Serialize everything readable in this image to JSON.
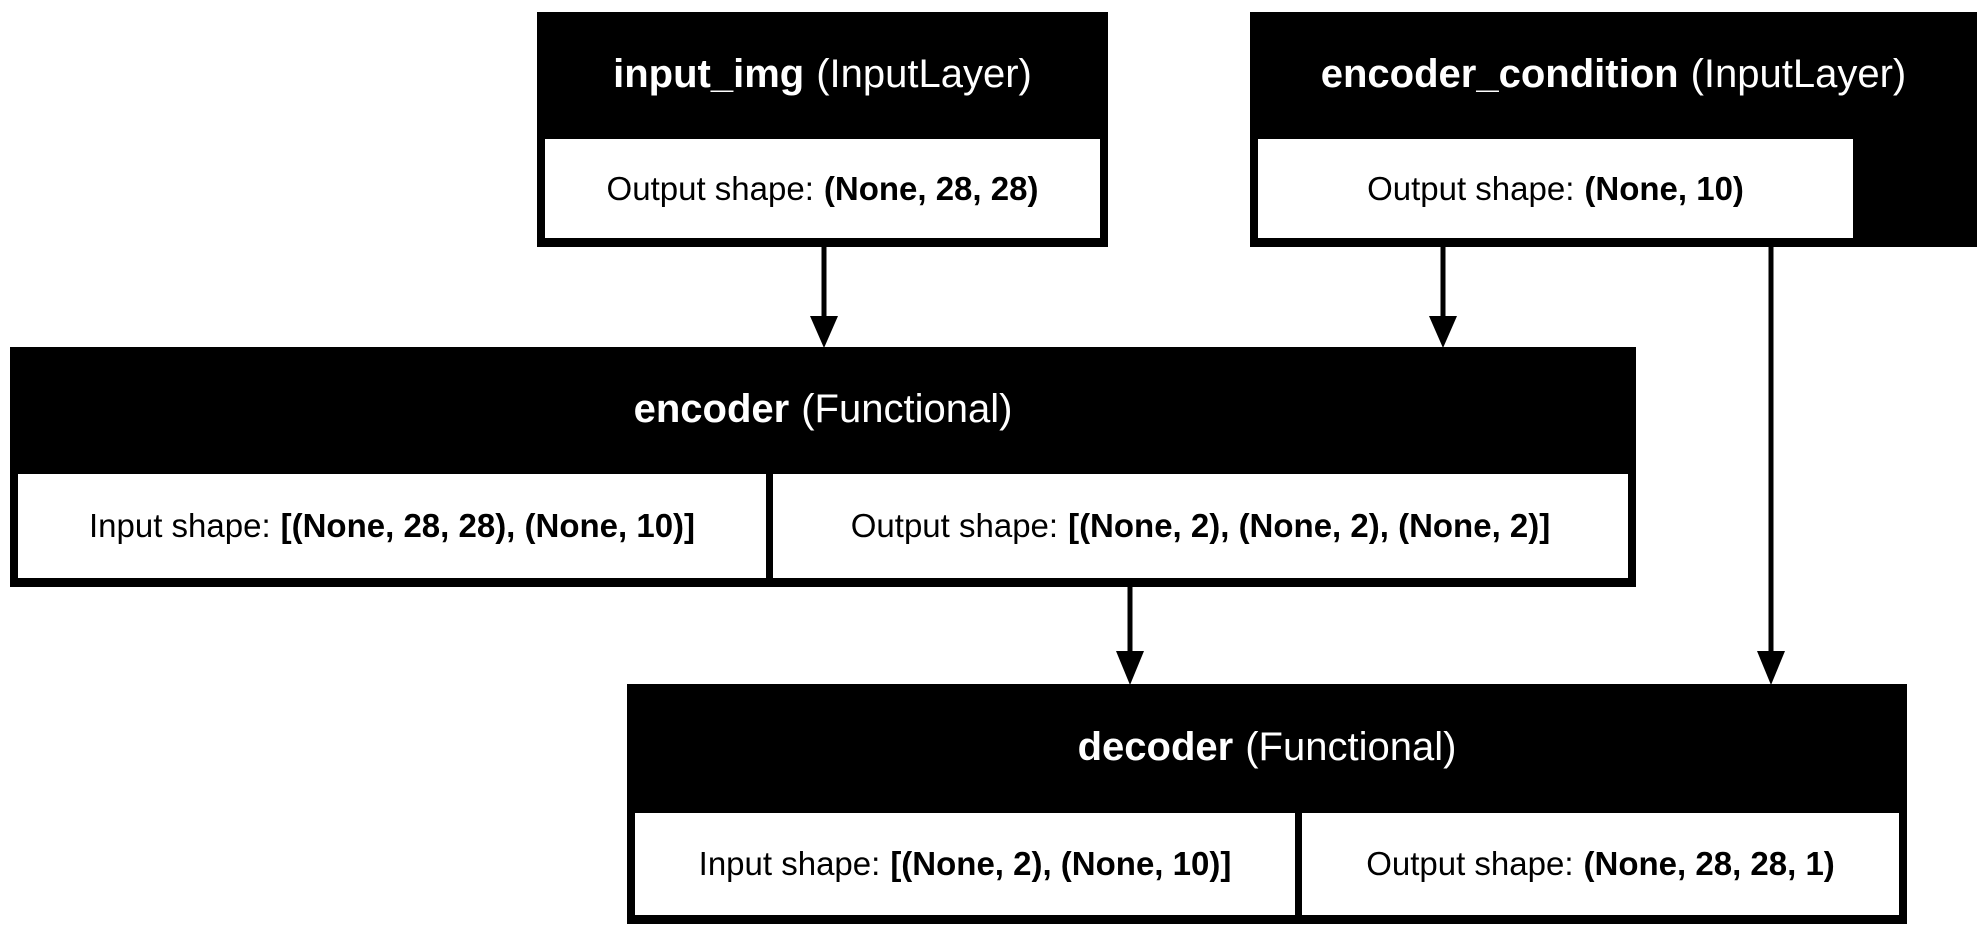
{
  "nodes": {
    "input_img": {
      "name": "input_img",
      "type": "(InputLayer)",
      "output_label": "Output shape:",
      "output_value": "(None, 28, 28)"
    },
    "encoder_condition": {
      "name": "encoder_condition",
      "type": "(InputLayer)",
      "output_label": "Output shape:",
      "output_value": "(None, 10)"
    },
    "encoder": {
      "name": "encoder",
      "type": "(Functional)",
      "input_label": "Input shape:",
      "input_value": "[(None, 28, 28), (None, 10)]",
      "output_label": "Output shape:",
      "output_value": "[(None, 2), (None, 2), (None, 2)]"
    },
    "decoder": {
      "name": "decoder",
      "type": "(Functional)",
      "input_label": "Input shape:",
      "input_value": "[(None, 2), (None, 10)]",
      "output_label": "Output shape:",
      "output_value": "(None, 28, 28, 1)"
    }
  },
  "edges": [
    {
      "from": "input_img",
      "to": "encoder"
    },
    {
      "from": "encoder_condition",
      "to": "encoder"
    },
    {
      "from": "encoder",
      "to": "decoder"
    },
    {
      "from": "encoder_condition",
      "to": "decoder"
    }
  ]
}
